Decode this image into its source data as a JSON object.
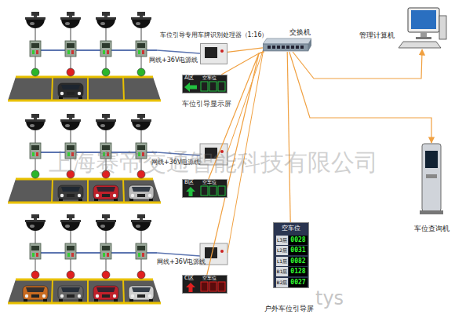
{
  "diagram": {
    "nodes": [
      {
        "text": [
          "车位引导专用车牌识别处理器（1:16）"
        ]
      },
      {
        "text": [
          "交换机"
        ]
      },
      {
        "text": [
          "管理计算机"
        ]
      },
      {
        "text": [
          "车位查询机"
        ]
      },
      {
        "text": [
          "A区",
          "空车位",
          "车位引导显示屏"
        ]
      },
      {
        "text": [
          "B区",
          "空车位"
        ]
      },
      {
        "text": [
          "C区",
          "空车位"
        ]
      },
      {
        "text": [
          "空车位",
          "户外车位引导屏"
        ]
      },
      {
        "text": [
          "L3层",
          "0028"
        ],
        "in": 7
      },
      {
        "text": [
          "L2层",
          "0031"
        ],
        "in": 7
      },
      {
        "text": [
          "L1层",
          "0082"
        ],
        "in": 7
      },
      {
        "text": [
          "B1层",
          "0128"
        ],
        "in": 7
      },
      {
        "text": [
          "B2层",
          "0027"
        ],
        "in": 7
      }
    ],
    "edges": [
      {
        "from": 0,
        "to": 1,
        "arrow": "none"
      },
      {
        "from": 1,
        "to": 2,
        "arrow": "to"
      },
      {
        "from": 1,
        "to": 3,
        "arrow": "to"
      },
      {
        "from": 1,
        "to": 4,
        "arrow": "none"
      },
      {
        "from": 1,
        "to": 5,
        "arrow": "none"
      },
      {
        "from": 1,
        "to": 6,
        "arrow": "none"
      },
      {
        "from": 1,
        "to": 7,
        "arrow": "none"
      }
    ],
    "labels": [
      "网线+36V电源线",
      "网线+36V电源线",
      "网线+36V电源线",
      "上海赛帝交通智能科技有限公司",
      "tys"
    ]
  }
}
